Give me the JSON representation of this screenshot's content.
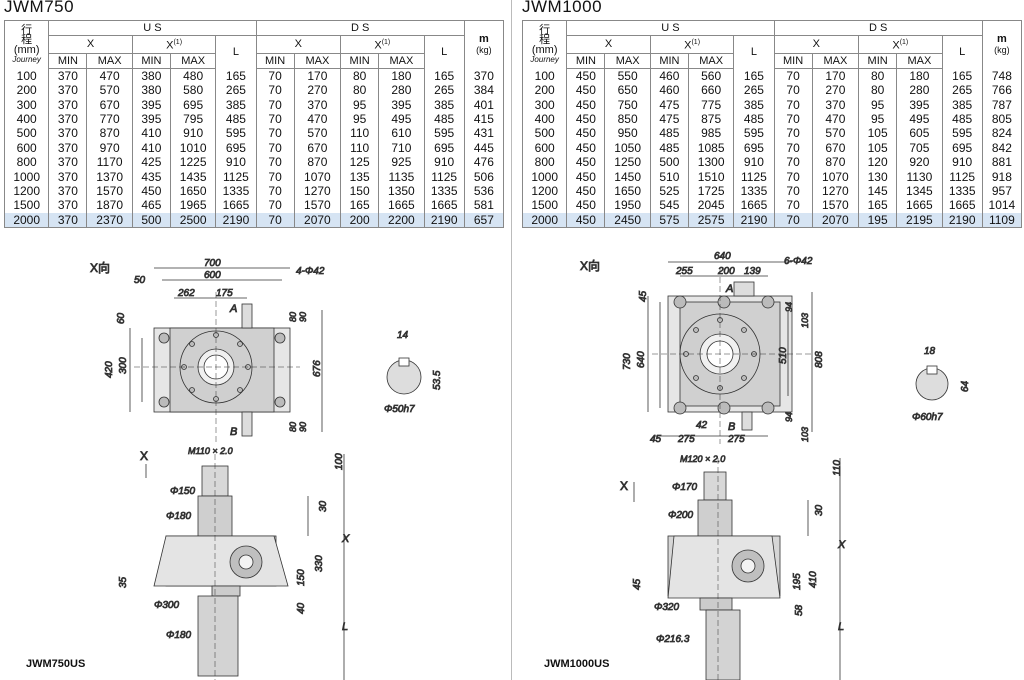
{
  "left": {
    "title": "JWM750",
    "model_label": "JWM750US",
    "x_dir": "X向",
    "x_label": "X",
    "header": {
      "stroke": [
        "行",
        "程",
        "(mm)",
        "Journey"
      ],
      "us": "U S",
      "ds": "D S",
      "x": "X",
      "x1": "X",
      "x1_sup": "(1)",
      "l": "L",
      "m": "m",
      "kg": "(kg)",
      "min": "MIN",
      "max": "MAX"
    },
    "rows": [
      [
        "100",
        "370",
        "470",
        "380",
        "480",
        "165",
        "70",
        "170",
        "80",
        "180",
        "165",
        "370"
      ],
      [
        "200",
        "370",
        "570",
        "380",
        "580",
        "265",
        "70",
        "270",
        "80",
        "280",
        "265",
        "384"
      ],
      [
        "300",
        "370",
        "670",
        "395",
        "695",
        "385",
        "70",
        "370",
        "95",
        "395",
        "385",
        "401"
      ],
      [
        "400",
        "370",
        "770",
        "395",
        "795",
        "485",
        "70",
        "470",
        "95",
        "495",
        "485",
        "415"
      ],
      [
        "500",
        "370",
        "870",
        "410",
        "910",
        "595",
        "70",
        "570",
        "110",
        "610",
        "595",
        "431"
      ],
      [
        "600",
        "370",
        "970",
        "410",
        "1010",
        "695",
        "70",
        "670",
        "110",
        "710",
        "695",
        "445"
      ],
      [
        "800",
        "370",
        "1170",
        "425",
        "1225",
        "910",
        "70",
        "870",
        "125",
        "925",
        "910",
        "476"
      ],
      [
        "1000",
        "370",
        "1370",
        "435",
        "1435",
        "1125",
        "70",
        "1070",
        "135",
        "1135",
        "1125",
        "506"
      ],
      [
        "1200",
        "370",
        "1570",
        "450",
        "1650",
        "1335",
        "70",
        "1270",
        "150",
        "1350",
        "1335",
        "536"
      ],
      [
        "1500",
        "370",
        "1870",
        "465",
        "1965",
        "1665",
        "70",
        "1570",
        "165",
        "1665",
        "1665",
        "581"
      ],
      [
        "2000",
        "370",
        "2370",
        "500",
        "2500",
        "2190",
        "70",
        "2070",
        "200",
        "2200",
        "2190",
        "657"
      ]
    ],
    "dims": {
      "d700": "700",
      "d600": "600",
      "d50": "50",
      "d262": "262",
      "d175": "175",
      "holes": "4-Φ42",
      "a": "A",
      "b": "B",
      "d60": "60",
      "d420": "420",
      "d300": "300",
      "d676": "676",
      "d80a": "80",
      "d90a": "90",
      "d80b": "80",
      "d90b": "90",
      "key14": "14",
      "key53": "53.5",
      "shaft": "Φ50h7",
      "thread": "M110 × 2.0",
      "p150": "Φ150",
      "p180": "Φ180",
      "p300": "Φ300",
      "p180b": "Φ180",
      "v100": "100",
      "v30": "30",
      "v330": "330",
      "v150": "150",
      "v35": "35",
      "v40": "40",
      "vx": "X",
      "vl": "L"
    }
  },
  "right": {
    "title": "JWM1000",
    "model_label": "JWM1000US",
    "x_dir": "X向",
    "x_label": "X",
    "header": {
      "stroke": [
        "行",
        "程",
        "(mm)",
        "Journey"
      ],
      "us": "U S",
      "ds": "D S",
      "x": "X",
      "x1": "X",
      "x1_sup": "(1)",
      "l": "L",
      "m": "m",
      "kg": "(kg)",
      "min": "MIN",
      "max": "MAX"
    },
    "rows": [
      [
        "100",
        "450",
        "550",
        "460",
        "560",
        "165",
        "70",
        "170",
        "80",
        "180",
        "165",
        "748"
      ],
      [
        "200",
        "450",
        "650",
        "460",
        "660",
        "265",
        "70",
        "270",
        "80",
        "280",
        "265",
        "766"
      ],
      [
        "300",
        "450",
        "750",
        "475",
        "775",
        "385",
        "70",
        "370",
        "95",
        "395",
        "385",
        "787"
      ],
      [
        "400",
        "450",
        "850",
        "475",
        "875",
        "485",
        "70",
        "470",
        "95",
        "495",
        "485",
        "805"
      ],
      [
        "500",
        "450",
        "950",
        "485",
        "985",
        "595",
        "70",
        "570",
        "105",
        "605",
        "595",
        "824"
      ],
      [
        "600",
        "450",
        "1050",
        "485",
        "1085",
        "695",
        "70",
        "670",
        "105",
        "705",
        "695",
        "842"
      ],
      [
        "800",
        "450",
        "1250",
        "500",
        "1300",
        "910",
        "70",
        "870",
        "120",
        "920",
        "910",
        "881"
      ],
      [
        "1000",
        "450",
        "1450",
        "510",
        "1510",
        "1125",
        "70",
        "1070",
        "130",
        "1130",
        "1125",
        "918"
      ],
      [
        "1200",
        "450",
        "1650",
        "525",
        "1725",
        "1335",
        "70",
        "1270",
        "145",
        "1345",
        "1335",
        "957"
      ],
      [
        "1500",
        "450",
        "1950",
        "545",
        "2045",
        "1665",
        "70",
        "1570",
        "165",
        "1665",
        "1665",
        "1014"
      ],
      [
        "2000",
        "450",
        "2450",
        "575",
        "2575",
        "2190",
        "70",
        "2070",
        "195",
        "2195",
        "2190",
        "1109"
      ]
    ],
    "dims": {
      "d640": "640",
      "d255": "255",
      "d200": "200",
      "d139": "139",
      "holes": "6-Φ42",
      "a": "A",
      "b": "B",
      "d45a": "45",
      "d730": "730",
      "d640v": "640",
      "d94a": "94",
      "d103a": "103",
      "d510": "510",
      "d808": "808",
      "d94b": "94",
      "d103b": "103",
      "d42": "42",
      "d45b": "45",
      "d275a": "275",
      "d275b": "275",
      "key18": "18",
      "key64": "64",
      "shaft": "Φ60h7",
      "thread": "M120 × 2.0",
      "p170": "Φ170",
      "p200": "Φ200",
      "p320": "Φ320",
      "p216": "Φ216.3",
      "v110": "110",
      "v30": "30",
      "v410": "410",
      "v195": "195",
      "v45": "45",
      "v58": "58",
      "vx": "X",
      "vl": "L"
    }
  }
}
